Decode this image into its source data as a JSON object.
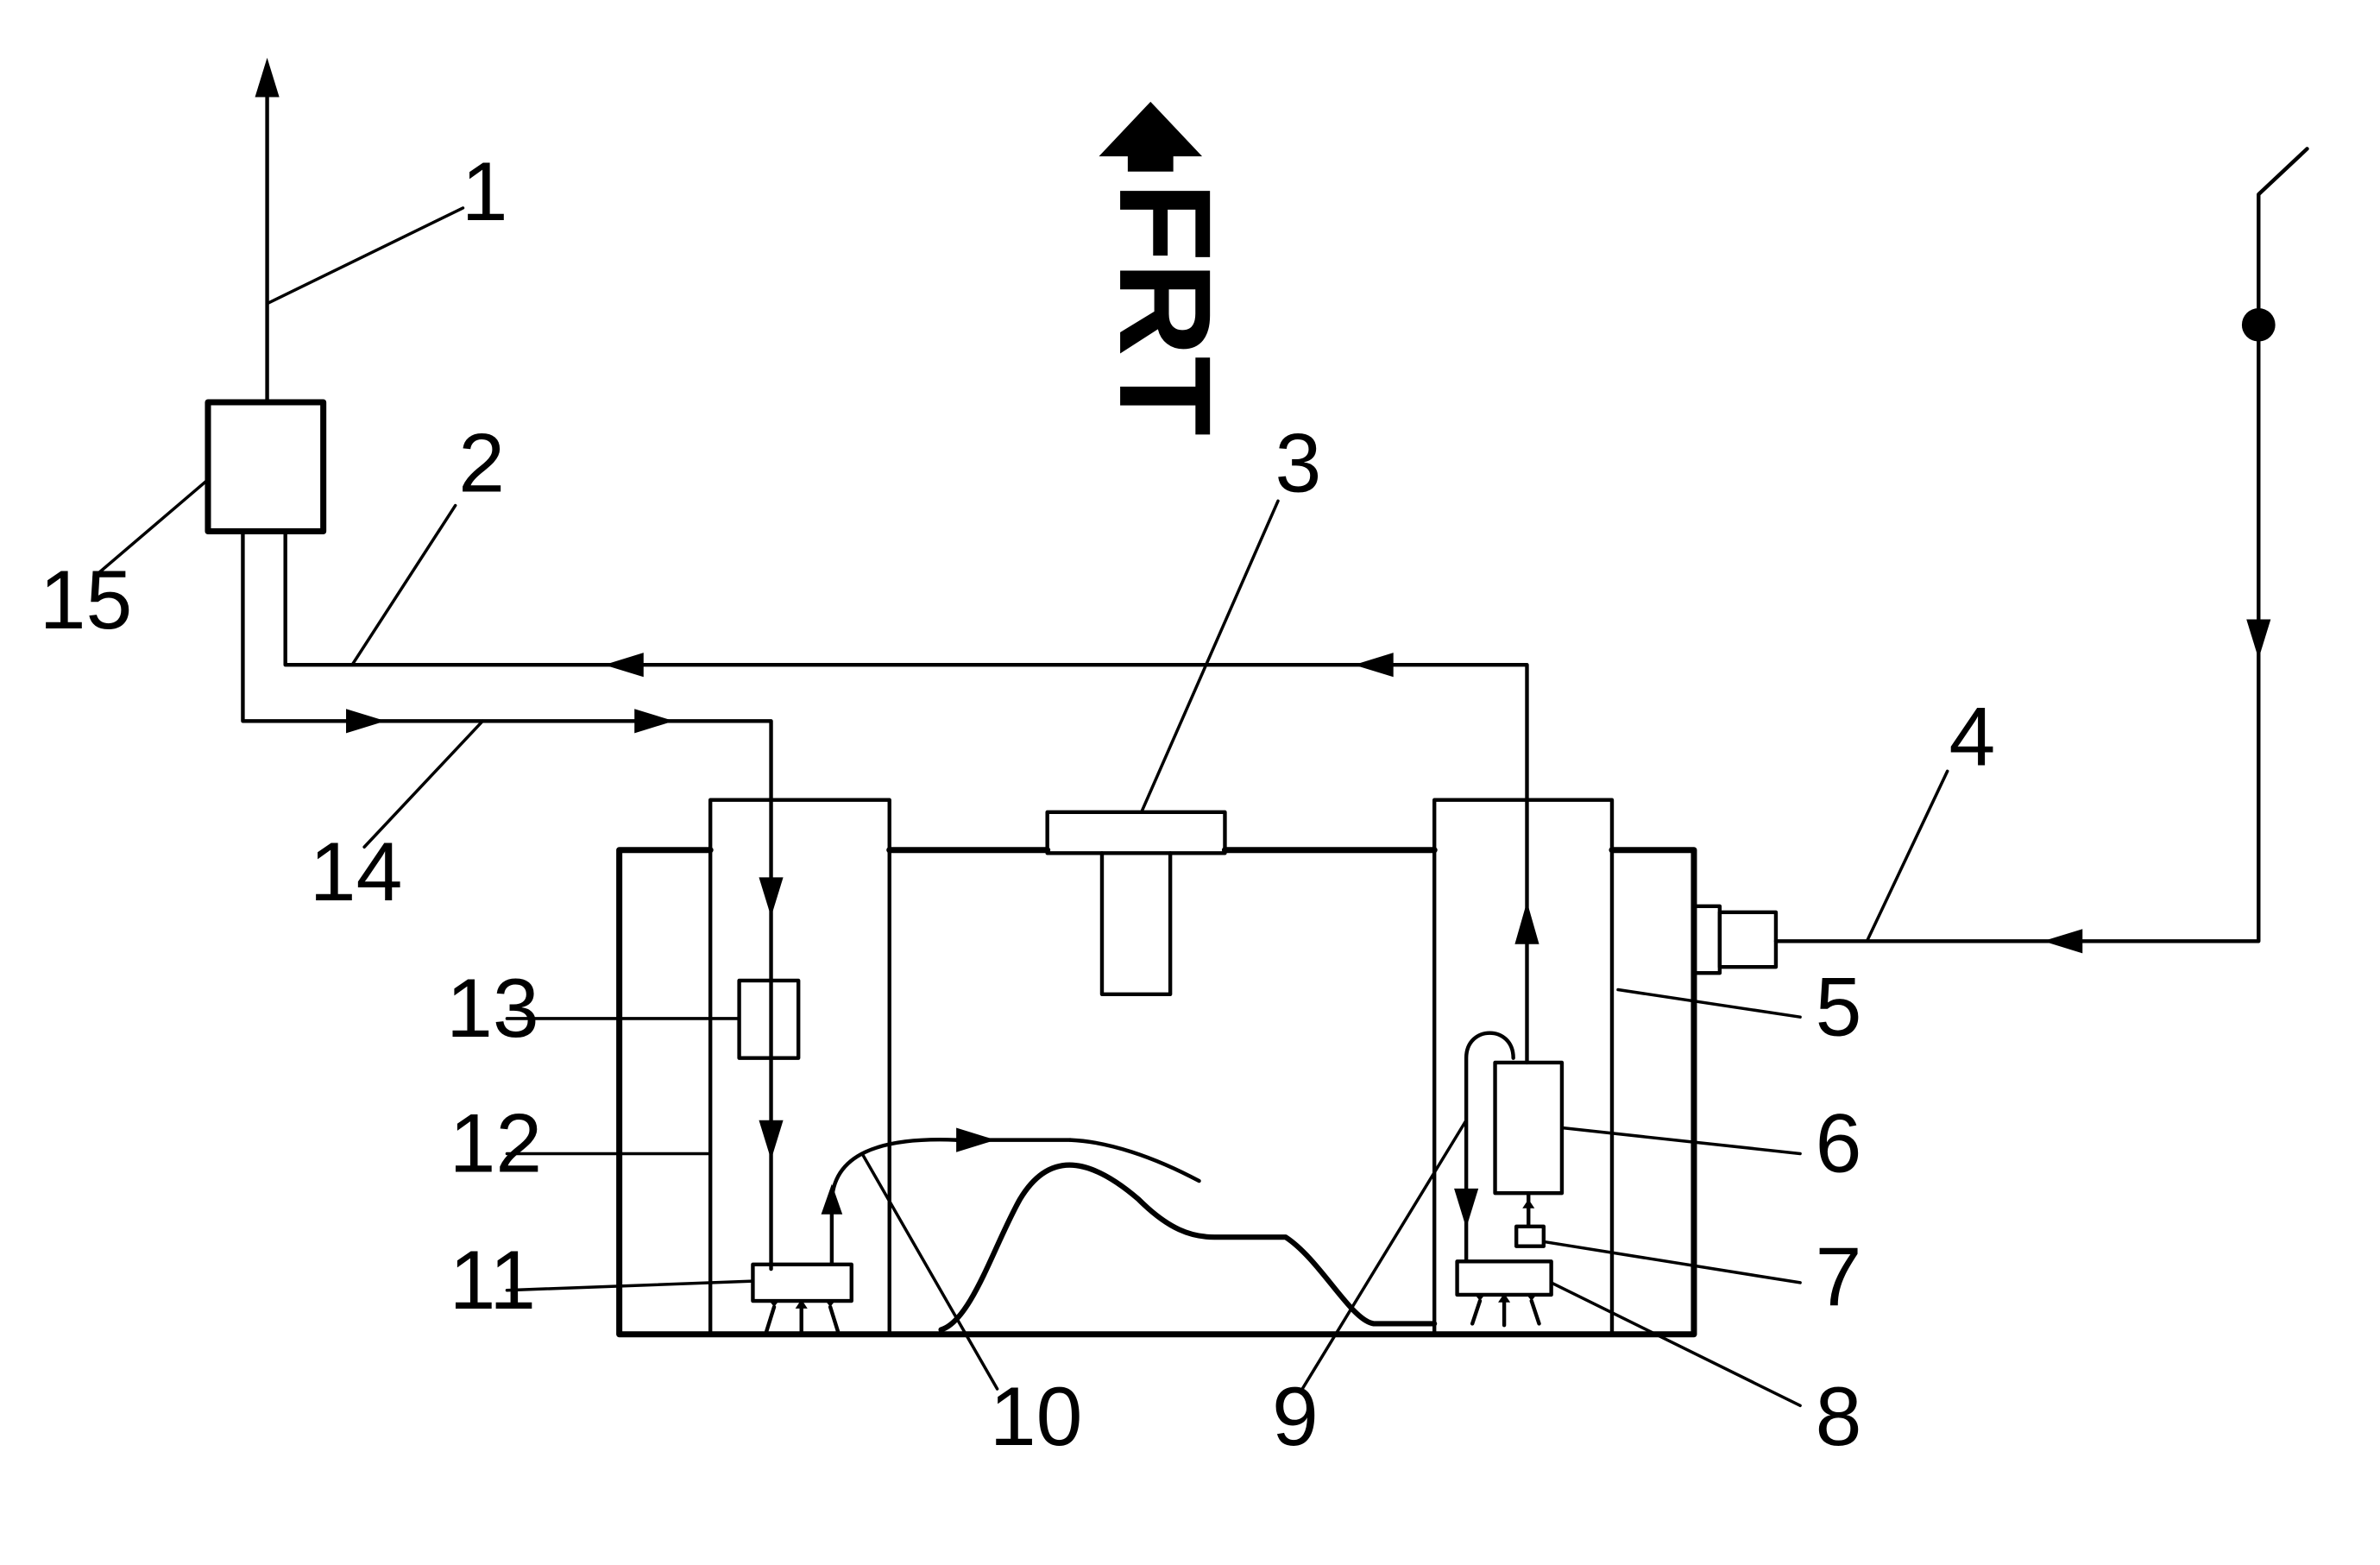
{
  "orientation": {
    "text": "FRT"
  },
  "callouts": [
    {
      "id": "1",
      "text": "1"
    },
    {
      "id": "2",
      "text": "2"
    },
    {
      "id": "3",
      "text": "3"
    },
    {
      "id": "4",
      "text": "4"
    },
    {
      "id": "5",
      "text": "5"
    },
    {
      "id": "6",
      "text": "6"
    },
    {
      "id": "7",
      "text": "7"
    },
    {
      "id": "8",
      "text": "8"
    },
    {
      "id": "9",
      "text": "9"
    },
    {
      "id": "10",
      "text": "10"
    },
    {
      "id": "11",
      "text": "11"
    },
    {
      "id": "12",
      "text": "12"
    },
    {
      "id": "13",
      "text": "13"
    },
    {
      "id": "14",
      "text": "14"
    },
    {
      "id": "15",
      "text": "15"
    }
  ]
}
